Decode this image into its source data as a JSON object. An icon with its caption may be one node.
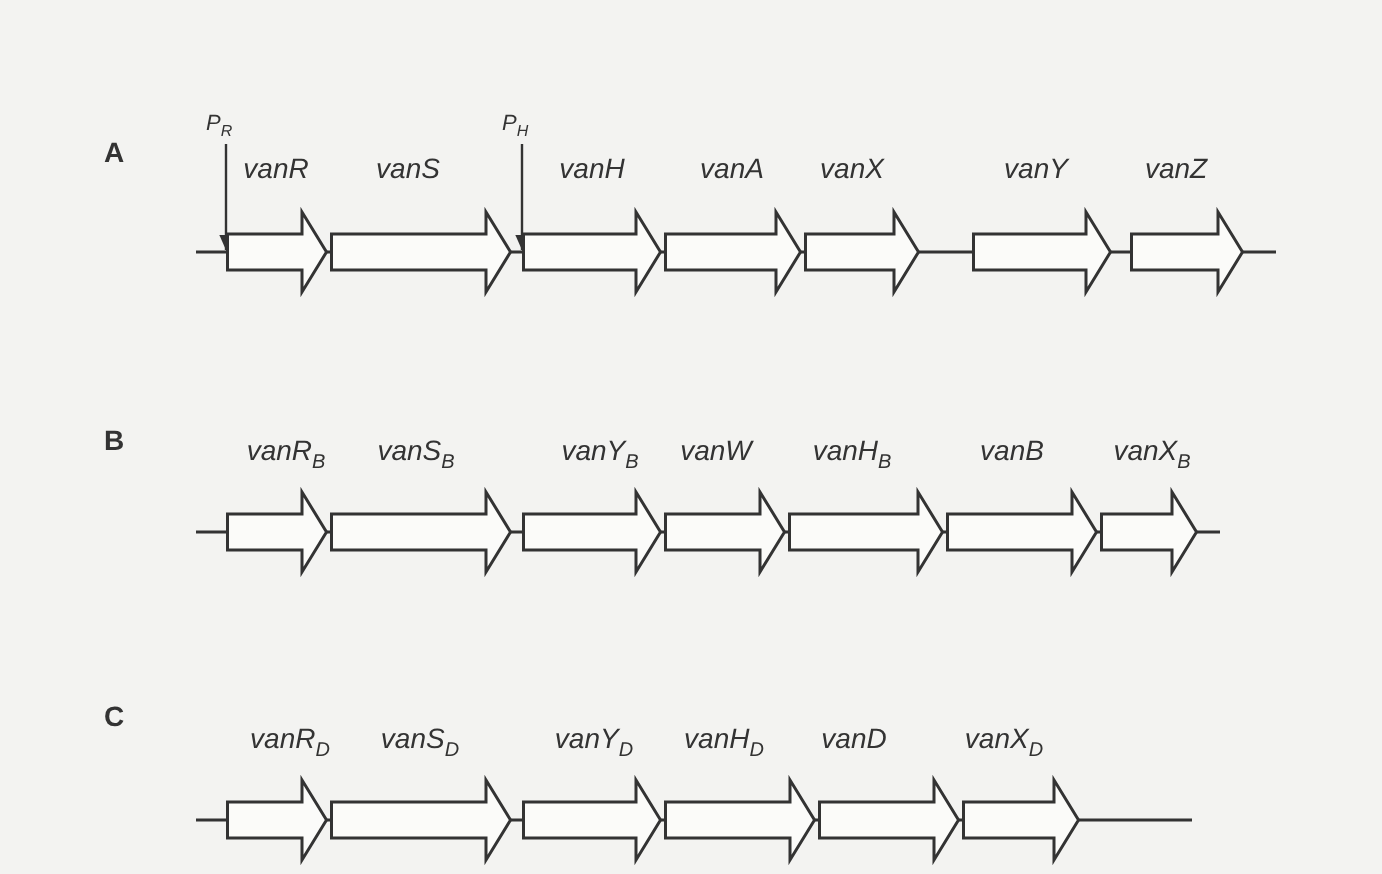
{
  "diagram": {
    "nodes": [
      {
        "text": [
          "P$_{R}$"
        ]
      },
      {
        "text": [
          "vanR"
        ]
      },
      {
        "text": [
          "vanS"
        ]
      },
      {
        "text": [
          "P$_{H}$"
        ]
      },
      {
        "text": [
          "vanH"
        ]
      },
      {
        "text": [
          "vanA"
        ]
      },
      {
        "text": [
          "vanX"
        ]
      },
      {
        "text": [
          "vanY"
        ]
      },
      {
        "text": [
          "vanZ"
        ]
      },
      {
        "text": [
          "vanR$_{B}$"
        ]
      },
      {
        "text": [
          "vanS$_{B}$"
        ]
      },
      {
        "text": [
          "vanY$_{B}$"
        ]
      },
      {
        "text": [
          "vanW"
        ]
      },
      {
        "text": [
          "vanH$_{B}$"
        ]
      },
      {
        "text": [
          "vanB"
        ]
      },
      {
        "text": [
          "vanX$_{B}$"
        ]
      },
      {
        "text": [
          "vanR$_{D}$"
        ]
      },
      {
        "text": [
          "vanS$_{D}$"
        ]
      },
      {
        "text": [
          "vanY$_{D}$"
        ]
      },
      {
        "text": [
          "vanH$_{D}$"
        ]
      },
      {
        "text": [
          "vanD"
        ]
      },
      {
        "text": [
          "vanX$_{D}$"
        ]
      }
    ],
    "edges": [
      {
        "from": 0,
        "to": 1,
        "arrow": "to"
      },
      {
        "from": 3,
        "to": 4,
        "arrow": "to"
      }
    ],
    "labels": [
      "A",
      "B",
      "C"
    ]
  }
}
